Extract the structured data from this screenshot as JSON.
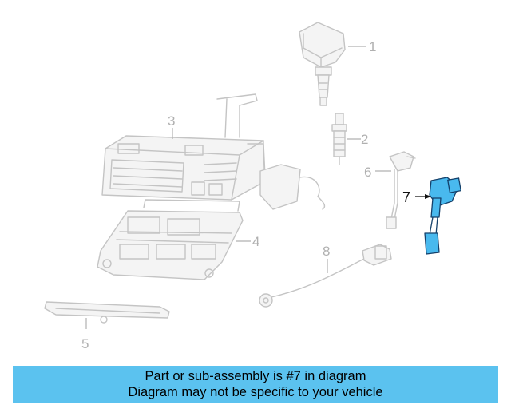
{
  "diagram": {
    "callouts": [
      "1",
      "2",
      "3",
      "4",
      "5",
      "6",
      "7",
      "8"
    ],
    "highlighted_callout": "7",
    "colors": {
      "highlight": "#49b9ee",
      "outline": "#c4c4c4",
      "banner": "#5bc2ef"
    }
  },
  "banner": {
    "line1": "Part or sub-assembly is #7 in diagram",
    "line2": "Diagram may not be specific to your vehicle"
  }
}
